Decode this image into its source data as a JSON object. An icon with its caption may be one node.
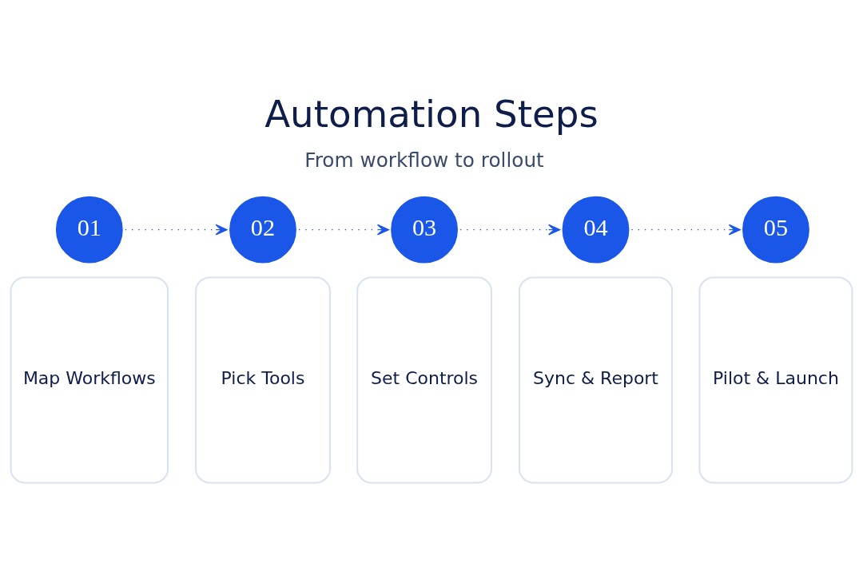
{
  "diagram": {
    "title": "Automation Steps",
    "nodes": [
      {
        "text": [
          "01"
        ]
      },
      {
        "text": [
          "02"
        ]
      },
      {
        "text": [
          "03"
        ]
      },
      {
        "text": [
          "04"
        ]
      },
      {
        "text": [
          "05"
        ]
      },
      {
        "text": [
          "Map Workflows"
        ]
      },
      {
        "text": [
          "Pick Tools"
        ]
      },
      {
        "text": [
          "Set Controls"
        ]
      },
      {
        "text": [
          "Sync & Report"
        ]
      },
      {
        "text": [
          "Pilot & Launch"
        ]
      }
    ],
    "edges": [
      {
        "from": 0,
        "to": 1,
        "arrow": "to",
        "style": "dashed"
      },
      {
        "from": 1,
        "to": 2,
        "arrow": "to",
        "style": "dashed"
      },
      {
        "from": 2,
        "to": 3,
        "arrow": "to",
        "style": "dashed"
      },
      {
        "from": 3,
        "to": 4,
        "arrow": "to",
        "style": "dashed"
      }
    ],
    "labels": [
      "From workflow to rollout"
    ]
  }
}
